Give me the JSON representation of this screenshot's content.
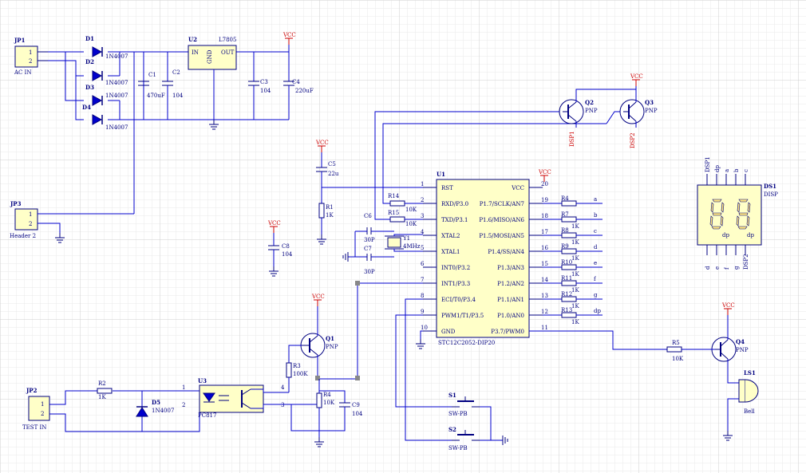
{
  "power": {
    "vcc": "VCC"
  },
  "jp1": {
    "ref": "JP1",
    "pins": [
      "1",
      "2"
    ],
    "label": "AC IN"
  },
  "jp2": {
    "ref": "JP2",
    "pins": [
      "1",
      "2"
    ],
    "label": "TEST IN"
  },
  "jp3": {
    "ref": "JP3",
    "pins": [
      "1",
      "2"
    ],
    "label": "Header 2"
  },
  "diodes": [
    {
      "ref": "D1",
      "part": "1N4007"
    },
    {
      "ref": "D2",
      "part": "1N4007"
    },
    {
      "ref": "D3",
      "part": "1N4007"
    },
    {
      "ref": "D4",
      "part": "1N4007"
    }
  ],
  "d5": {
    "ref": "D5",
    "part": "1N4007"
  },
  "capacitors": {
    "c1": {
      "ref": "C1",
      "value": "470uF"
    },
    "c2": {
      "ref": "C2",
      "value": "104"
    },
    "c3": {
      "ref": "C3",
      "value": "104"
    },
    "c4": {
      "ref": "C4",
      "value": "220uF"
    },
    "c5": {
      "ref": "C5",
      "value": "22u"
    },
    "c6": {
      "ref": "C6",
      "value": "30P"
    },
    "c7": {
      "ref": "C7",
      "value": "30P"
    },
    "c8": {
      "ref": "C8",
      "value": "104"
    },
    "c9": {
      "ref": "C9",
      "value": "104"
    }
  },
  "regulator": {
    "ref": "U2",
    "part": "L7805",
    "pin_in": "IN",
    "pin_gnd": "GND",
    "pin_out": "OUT"
  },
  "resistors": {
    "r1": {
      "ref": "R1",
      "value": "1K"
    },
    "r2": {
      "ref": "R2",
      "value": "1K"
    },
    "r3": {
      "ref": "R3",
      "value": "100K"
    },
    "r4": {
      "ref": "R4",
      "value": "10K"
    },
    "r14": {
      "ref": "R14",
      "value": "10K"
    },
    "r15": {
      "ref": "R15",
      "value": "10K"
    },
    "r5": {
      "ref": "R5",
      "value": "10K"
    }
  },
  "segment_resistors": [
    {
      "ref": "R4",
      "value": "",
      "net": "a"
    },
    {
      "ref": "R7",
      "value": "1K",
      "net": "b"
    },
    {
      "ref": "R8",
      "value": "1K",
      "net": "c"
    },
    {
      "ref": "R9",
      "value": "1K",
      "net": "d"
    },
    {
      "ref": "R10",
      "value": "1K",
      "net": "e"
    },
    {
      "ref": "R11",
      "value": "1K",
      "net": "f"
    },
    {
      "ref": "R12",
      "value": "1K",
      "net": "g"
    },
    {
      "ref": "R13",
      "value": "1K",
      "net": "dp"
    }
  ],
  "crystal": {
    "ref": "Y1",
    "value": "4MHz"
  },
  "mcu": {
    "ref": "U1",
    "part": "STC12C2052-DIP20",
    "left_pins": [
      {
        "num": "1",
        "name": "RST"
      },
      {
        "num": "2",
        "name": "RXD/P3.0"
      },
      {
        "num": "3",
        "name": "TXD/P3.1"
      },
      {
        "num": "4",
        "name": "XTAL2"
      },
      {
        "num": "5",
        "name": "XTAL1"
      },
      {
        "num": "6",
        "name": "INT0/P3.2"
      },
      {
        "num": "7",
        "name": "INT1/P3.3"
      },
      {
        "num": "8",
        "name": "ECI/T0/P3.4"
      },
      {
        "num": "9",
        "name": "PWM1/T1/P3.5"
      },
      {
        "num": "10",
        "name": "GND"
      }
    ],
    "right_pins": [
      {
        "num": "20",
        "name": "VCC"
      },
      {
        "num": "19",
        "name": "P1.7/SCLK/AN7"
      },
      {
        "num": "18",
        "name": "P1.6/MISO/AN6"
      },
      {
        "num": "17",
        "name": "P1.5/MOSI/AN5"
      },
      {
        "num": "16",
        "name": "P1.4/SS/AN4"
      },
      {
        "num": "15",
        "name": "P1.3/AN3"
      },
      {
        "num": "14",
        "name": "P1.2/AN2"
      },
      {
        "num": "13",
        "name": "P1.1/AN1"
      },
      {
        "num": "12",
        "name": "P1.0/AN0"
      },
      {
        "num": "11",
        "name": "P3.7/PWM0"
      }
    ]
  },
  "transistors": {
    "q1": {
      "ref": "Q1",
      "type": "PNP"
    },
    "q2": {
      "ref": "Q2",
      "type": "PNP"
    },
    "q3": {
      "ref": "Q3",
      "type": "PNP"
    },
    "q4": {
      "ref": "Q4",
      "type": "PNP"
    }
  },
  "nets": {
    "dsp1": "DSP1",
    "dsp2": "DSP2"
  },
  "optocoupler": {
    "ref": "U3",
    "part": "PC817",
    "pins": [
      "1",
      "2",
      "3",
      "4"
    ]
  },
  "switches": [
    {
      "ref": "S1",
      "part": "SW-PB"
    },
    {
      "ref": "S2",
      "part": "SW-PB"
    }
  ],
  "buzzer": {
    "ref": "LS1",
    "label": "Bell"
  },
  "display": {
    "ref": "DS1",
    "label": "DISP",
    "top_pins": [
      "DSP1",
      "dp",
      "a",
      "b",
      "c"
    ],
    "bottom_pins": [
      "d",
      "e",
      "f",
      "g",
      "DSP2"
    ],
    "dp_marks": [
      "dp",
      "dp"
    ]
  },
  "colors": {
    "wire": "#0000cc",
    "component": "#000080",
    "body_fill": "#ffffc8",
    "power": "#cc0000",
    "grid_minor": "#eaeaea",
    "grid_major": "#cfcfcf"
  }
}
